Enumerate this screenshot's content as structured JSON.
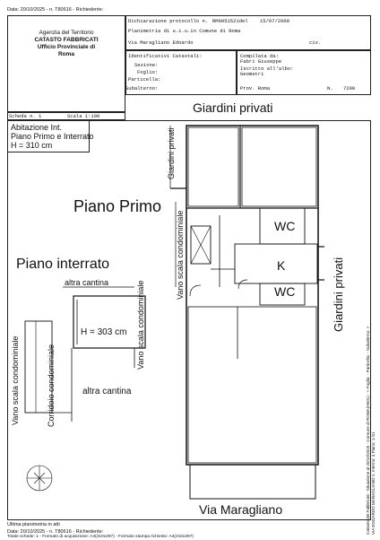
{
  "top_stamp": "Data: 20/10/2025 - n. T80616 - Richiedente:",
  "agency": {
    "line1": "Agenzia del Territorio",
    "line2": "CATASTO FABBRICATI",
    "line3": "Ufficio Provinciale di",
    "line4": "Roma"
  },
  "protocol": {
    "dichiarazione_label": "Dichiarazione protocollo n.",
    "dichiarazione_value": "RM0951521del",
    "date": "15/07/2008",
    "planimetria": "Planimetria di u.i.u.in Comune di Roma",
    "address": "Via Maragliano Edoardo",
    "civ_label": "civ."
  },
  "identifiers": {
    "title": "Identificativi Catastali:",
    "sezione": "Sezione:",
    "foglio": "Foglio:",
    "particella": "Particella:",
    "subalterno": "Subalterno:"
  },
  "compilata": {
    "label": "Compilata da:",
    "name": "Fabri Giuseppe",
    "iscritto": "Iscritto all'albo:",
    "albo": "Geometri",
    "prov_label": "Prov. Roma",
    "n_label": "N.",
    "n_value": "7290"
  },
  "sheet": {
    "scheda": "Scheda n. 1",
    "scala": "Scala 1:100"
  },
  "info_box": {
    "line1": "Abitazione Int.",
    "line2": "Piano Primo e Interrato",
    "line3": "H = 310 cm"
  },
  "labels": {
    "giardini_top": "Giardini privati",
    "giardini_left": "Giardini privati",
    "giardini_right": "Giardini privati",
    "piano_primo": "Piano Primo",
    "piano_interrato": "Piano interrato",
    "altra_cantina_top": "altra cantina",
    "altra_cantina_bottom": "altra cantina",
    "h303": "H = 303 cm",
    "vano_scala_primo": "Vano scala condominiale",
    "vano_scala_interrato": "Vano scala condominiale",
    "vano_scala_left": "Vano scala condominiale",
    "corridoio": "Corridoio condominiale",
    "wc1": "WC",
    "k": "K",
    "wc2": "WC",
    "via": "Via Maragliano"
  },
  "side_stamp": {
    "line1": "Catasto dei Fabbricati - Situazione al 20/10/2025 - Comune di ROMA(H501) - < Foglio: - Particella: - Subalterno: >",
    "line2": "VIA EDOARDO MARAGLIANO n. Interno: 4 Piano: 1-S1"
  },
  "footer": {
    "ultima": "Ultima planimetria in atti",
    "stamp": "Data: 20/10/2025 - n. T80616 - Richiedente:",
    "totale": "Totale schede: 1 - Formato di acquisizione: A4(210x297) - Formato stampa richiesto: A4(210x297)"
  }
}
